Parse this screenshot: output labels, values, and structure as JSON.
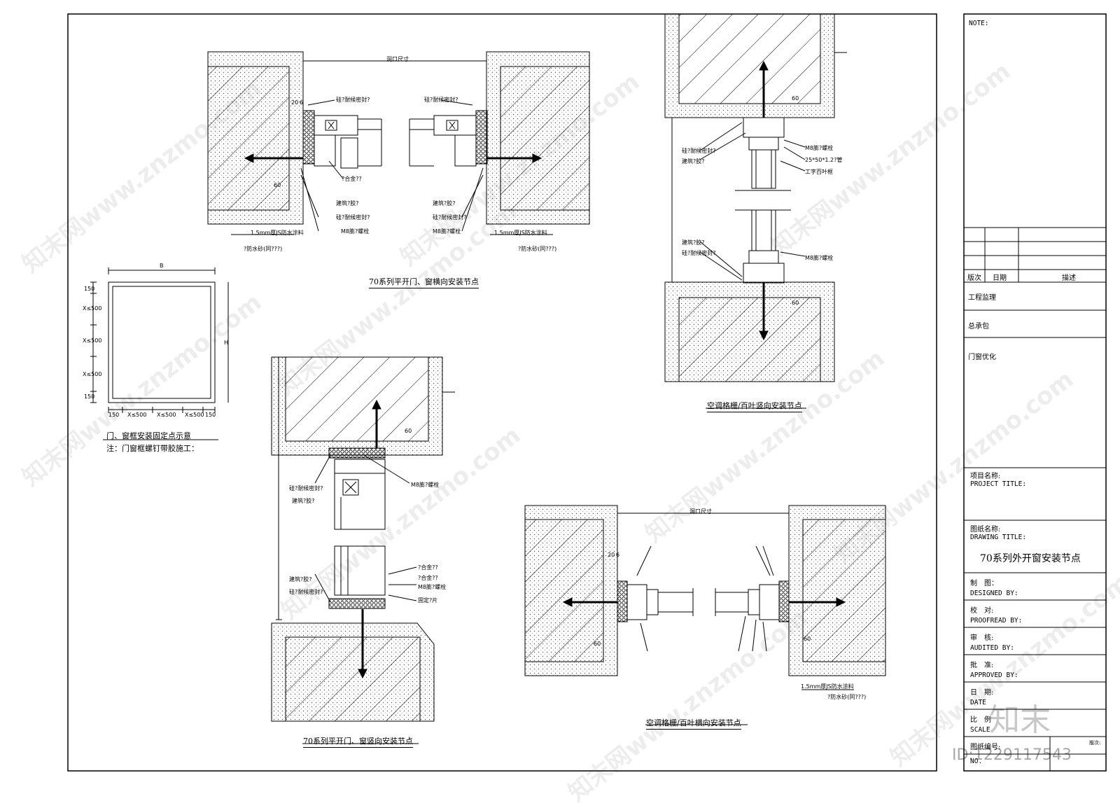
{
  "title_block": {
    "note": "NOTE:",
    "revision_headers": [
      "版次",
      "日期",
      "描述"
    ],
    "supervisor": "工程监理",
    "contractor": "总承包",
    "optimization": "门窗优化",
    "project_title_cn": "项目名称:",
    "project_title_en": "PROJECT TITLE:",
    "drawing_title_cn": "图纸名称:",
    "drawing_title_en": "DRAWING TITLE:",
    "drawing_title_value": "70系列外开窗安装节点",
    "designed_cn": "制　图：",
    "designed_en": "DESIGNED BY:",
    "proofread_cn": "校　对:",
    "proofread_en": "PROOFREAD BY:",
    "audited_cn": "审　核:",
    "audited_en": "AUDITED  BY:",
    "approved_cn": "批　准:",
    "approved_en": "APPROVED BY:",
    "date_cn": "日　期:",
    "date_en": "DATE",
    "scale_cn": "比　例",
    "scale_en": "SCALE",
    "drawing_no_cn": "图纸编号:",
    "drawing_no_en": "NO.",
    "edition": "版次:"
  },
  "captions": {
    "horizontal_70": "70系列平开门、窗横向安装节点",
    "vertical_70": "70系列平开门、窗竖向安装节点",
    "ac_vertical": "空调格栅/百叶竖向安装节点",
    "ac_horizontal": "空调格栅/百叶横向安装节点",
    "frame_points": "门、窗框安装固定点示意",
    "frame_note": "注：门窗框螺钉带胶施工："
  },
  "frame_dims": {
    "top": "B",
    "side": "H",
    "bottom": [
      "150",
      "X≤500",
      "X≤500",
      "X≤500",
      "150"
    ],
    "left": [
      "150",
      "X≤500",
      "X≤500",
      "X≤500",
      "150"
    ]
  },
  "labels": {
    "opening_size": "洞口尺寸",
    "foam_seal": "硅?耐候密封?",
    "waterproof": "防水砂?(同?)",
    "expansion_bolt": "M8膨?螺栓",
    "alloy": "?合金??",
    "building_seal": "建筑?胶?",
    "membrane": "1.5mm厚JS防水涂料",
    "mortar": "?防水砂(同???)",
    "steel_tube": "25*50*1.2?管",
    "louver": "工字百叶框",
    "fix_block": "固定?片",
    "dim_20": "20",
    "dim_6": "6",
    "dim_60": "60"
  },
  "watermark": {
    "text": "知末网www.znzmo.com",
    "logo": "知末",
    "id": "ID:1229117543"
  }
}
